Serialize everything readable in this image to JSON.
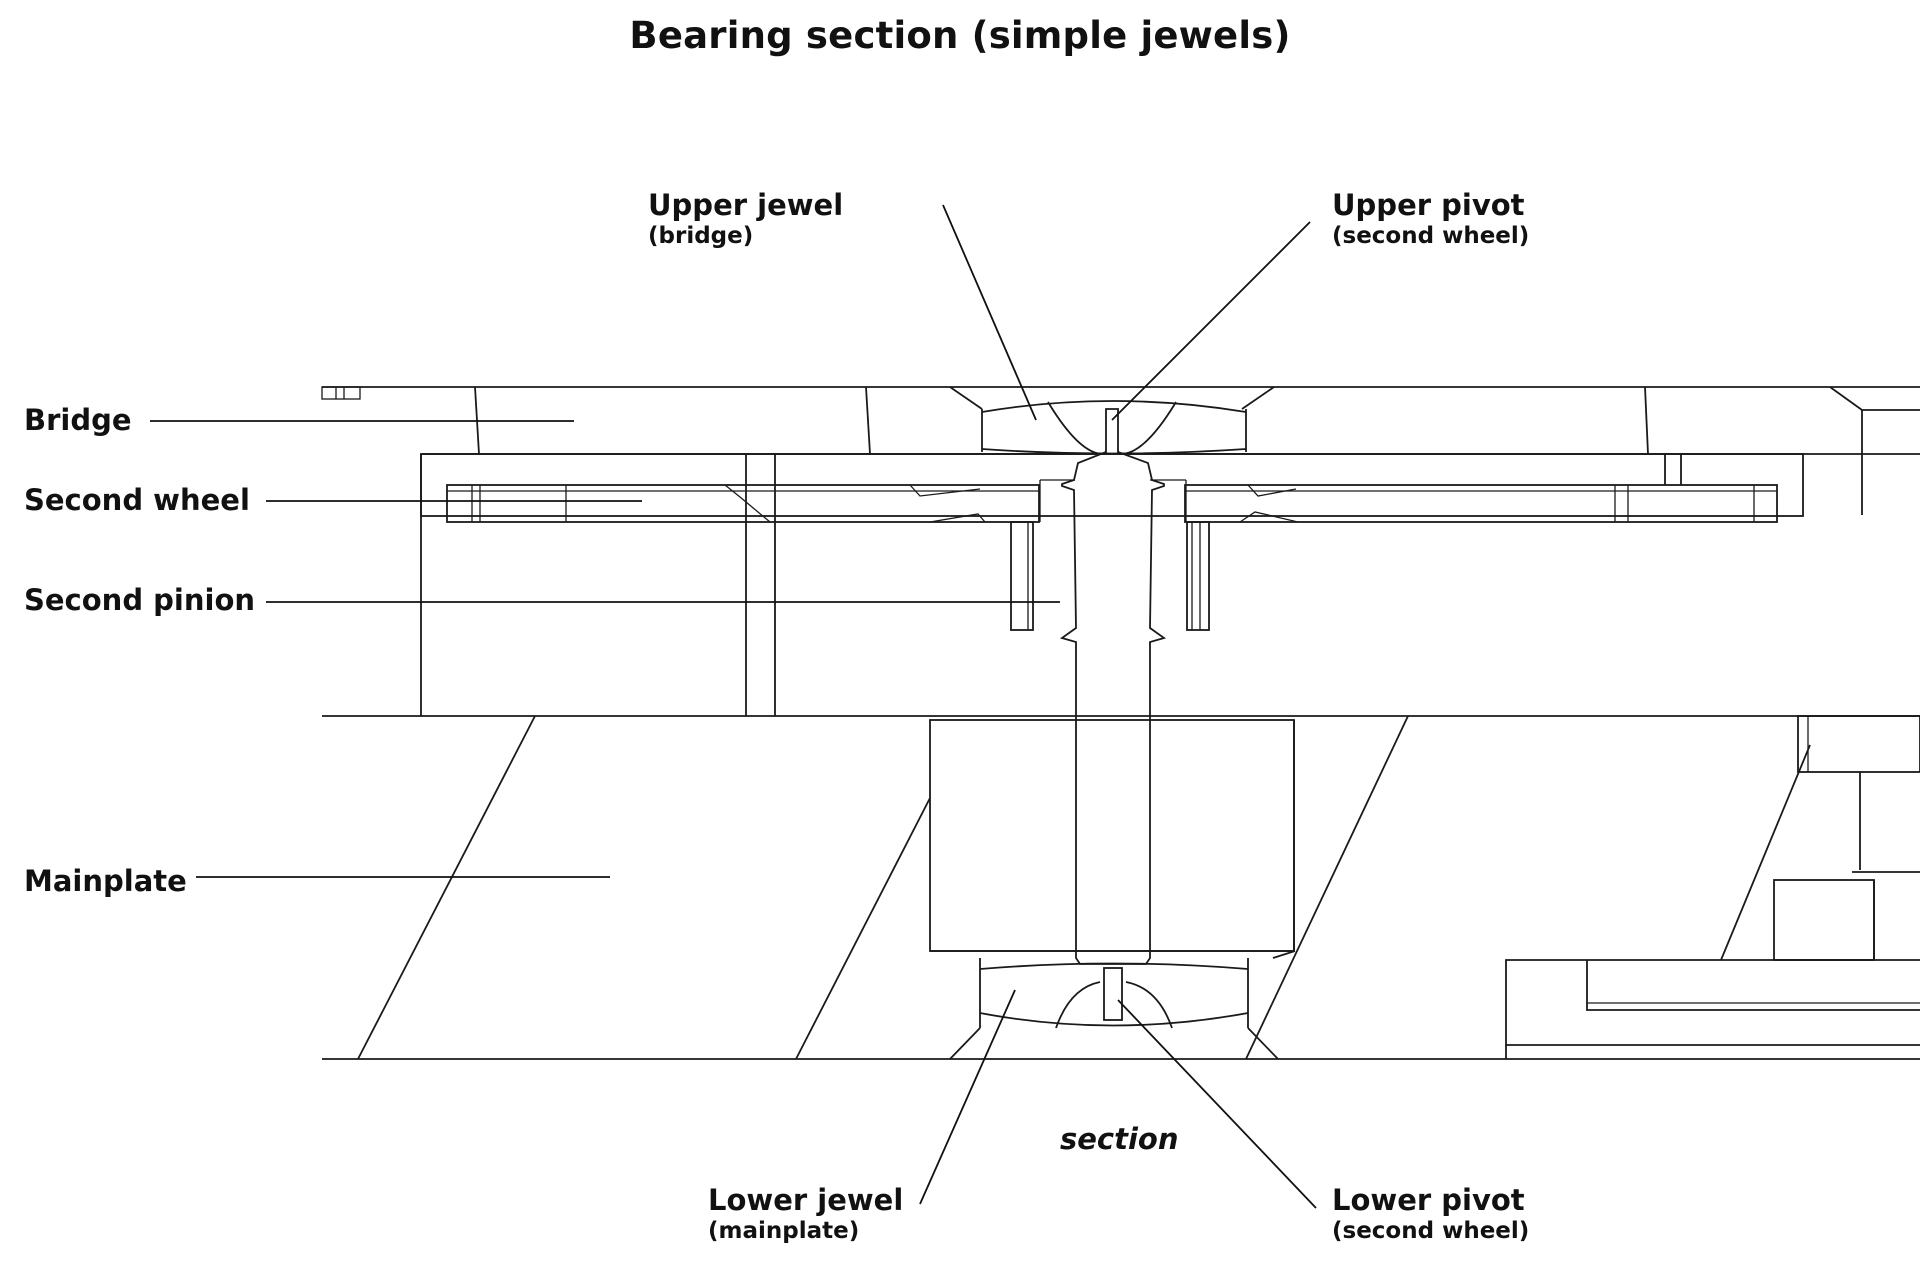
{
  "title": "Bearing section (simple jewels)",
  "labels": {
    "bridge": "Bridge",
    "second_wheel": "Second wheel",
    "second_pinion": "Second pinion",
    "mainplate": "Mainplate",
    "upper_jewel": {
      "main": "Upper jewel",
      "sub": "(bridge)"
    },
    "upper_pivot": {
      "main": "Upper pivot",
      "sub": "(second wheel)"
    },
    "lower_jewel": {
      "main": "Lower jewel",
      "sub": "(mainplate)"
    },
    "lower_pivot": {
      "main": "Lower pivot",
      "sub": "(second wheel)"
    }
  },
  "caption": "section"
}
